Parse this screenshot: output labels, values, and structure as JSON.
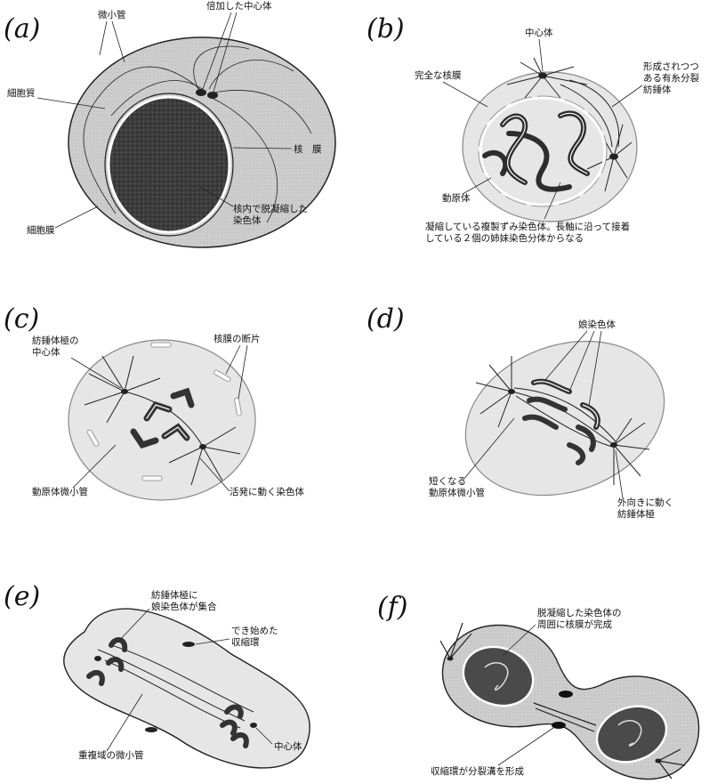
{
  "colors": {
    "cytoplasm": "#cfcfcf",
    "cytoplasm_light": "#e6e6e6",
    "nucleus": "#4a4a4a",
    "chromosome": "#333333",
    "ink": "#111111"
  },
  "panels": [
    {
      "id": "a",
      "label": "(a)",
      "annotations": [
        {
          "key": "microtubule",
          "lines": [
            "微小管"
          ]
        },
        {
          "key": "duplicated-centrosome",
          "lines": [
            "倍加した中心体"
          ]
        },
        {
          "key": "cytoplasm",
          "lines": [
            "細胞質"
          ]
        },
        {
          "key": "nuclear-envelope",
          "lines": [
            "核　膜"
          ]
        },
        {
          "key": "decondensed-chromosome",
          "lines": [
            "核内で脱凝縮した",
            "染色体"
          ]
        },
        {
          "key": "plasma-membrane",
          "lines": [
            "細胞膜"
          ]
        }
      ]
    },
    {
      "id": "b",
      "label": "(b)",
      "annotations": [
        {
          "key": "centrosome",
          "lines": [
            "中心体"
          ]
        },
        {
          "key": "intact-nuclear-envelope",
          "lines": [
            "完全な核膜"
          ]
        },
        {
          "key": "forming-spindle",
          "lines": [
            "形成されつつ",
            "ある有糸分裂",
            "紡錘体"
          ]
        },
        {
          "key": "kinetochore",
          "lines": [
            "動原体"
          ]
        },
        {
          "key": "condensed-chromosome",
          "lines": [
            "凝縮している複製ずみ染色体。長軸に沿って接着",
            "している２個の姉妹染色分体からなる"
          ]
        }
      ]
    },
    {
      "id": "c",
      "label": "(c)",
      "annotations": [
        {
          "key": "spindle-pole-centrosome",
          "lines": [
            "紡錘体極の",
            "中心体"
          ]
        },
        {
          "key": "envelope-fragments",
          "lines": [
            "核膜の断片"
          ]
        },
        {
          "key": "kinetochore-microtubule",
          "lines": [
            "動原体微小管"
          ]
        },
        {
          "key": "active-chromosome",
          "lines": [
            "活発に動く染色体"
          ]
        }
      ]
    },
    {
      "id": "d",
      "label": "(d)",
      "annotations": [
        {
          "key": "daughter-chromosomes",
          "lines": [
            "娘染色体"
          ]
        },
        {
          "key": "shortening-microtubules",
          "lines": [
            "短くなる",
            "動原体微小管"
          ]
        },
        {
          "key": "outward-poles",
          "lines": [
            "外向きに動く",
            "紡錘体極"
          ]
        }
      ]
    },
    {
      "id": "e",
      "label": "(e)",
      "annotations": [
        {
          "key": "chromosomes-gather",
          "lines": [
            "紡錘体極に",
            "娘染色体が集合"
          ]
        },
        {
          "key": "forming-contractile-ring",
          "lines": [
            "でき始めた",
            "収縮環"
          ]
        },
        {
          "key": "overlap-microtubules",
          "lines": [
            "重複域の微小管"
          ]
        },
        {
          "key": "centrosome",
          "lines": [
            "中心体"
          ]
        }
      ]
    },
    {
      "id": "f",
      "label": "(f)",
      "annotations": [
        {
          "key": "envelope-complete",
          "lines": [
            "脱凝縮した染色体の",
            "周囲に核膜が完成"
          ]
        },
        {
          "key": "cleavage-furrow",
          "lines": [
            "収縮環が分裂溝を形成"
          ]
        }
      ]
    }
  ]
}
